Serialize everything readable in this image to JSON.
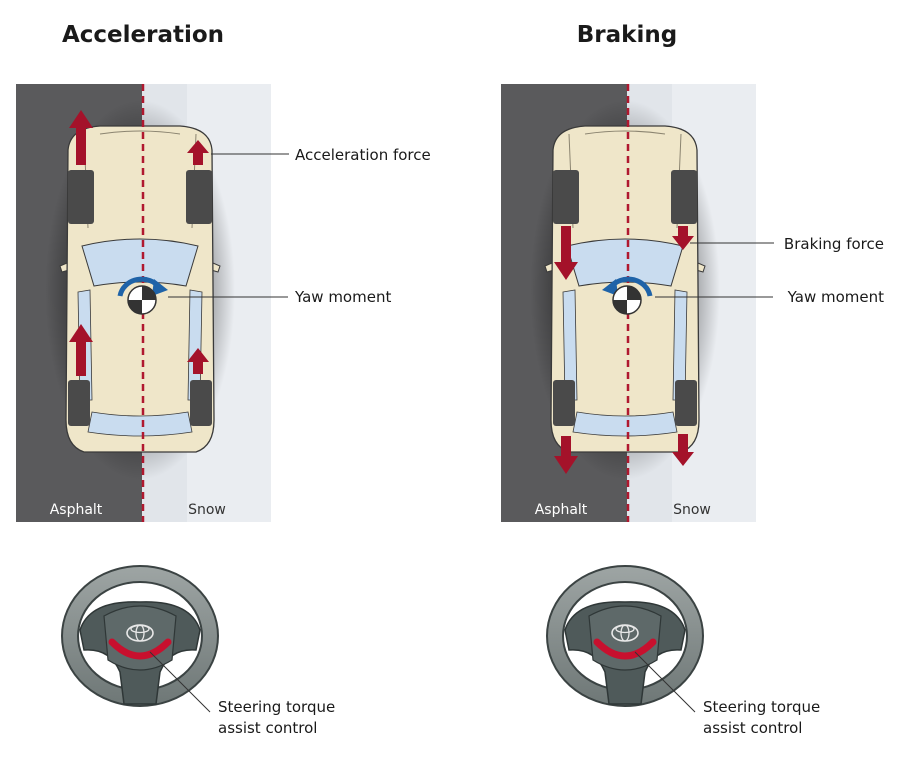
{
  "panels": [
    {
      "title": "Acceleration",
      "surface_left": "Asphalt",
      "surface_right": "Snow",
      "force_label": "Acceleration force",
      "yaw_label": "Yaw moment",
      "steering_label_line1": "Steering torque",
      "steering_label_line2": "assist control"
    },
    {
      "title": "Braking",
      "surface_left": "Asphalt",
      "surface_right": "Snow",
      "force_label": "Braking force",
      "yaw_label": "Yaw moment",
      "steering_label_line1": "Steering torque",
      "steering_label_line2": "assist control"
    }
  ],
  "colors": {
    "asphalt": "#5a5a5c",
    "snow": "#eaedf1",
    "car_body": "#efe6c9",
    "glass": "#c9dcef",
    "force_arrow": "#a4122a",
    "yaw_arrow": "#1f63a8",
    "divider": "#b0182f",
    "steering_wheel": "#4f5a5a"
  }
}
